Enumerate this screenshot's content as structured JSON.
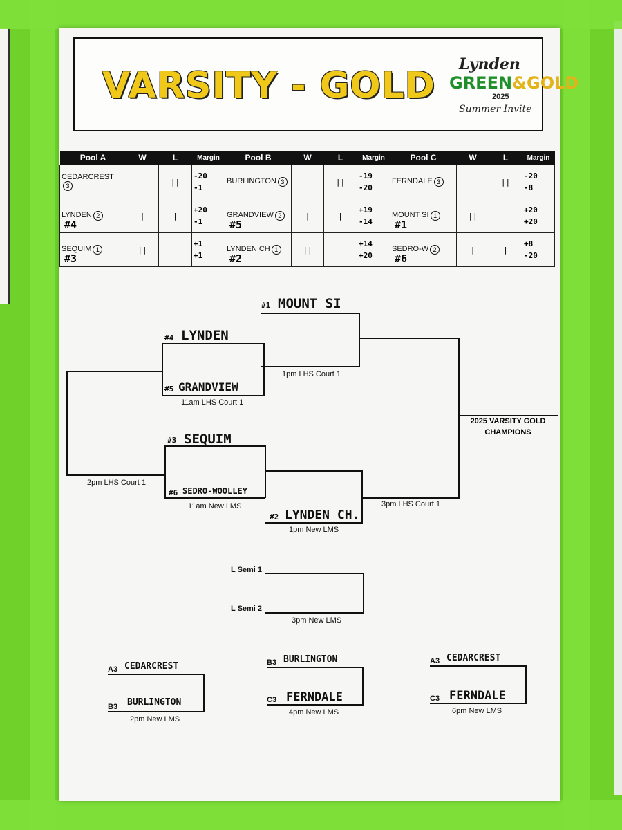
{
  "title": "VARSITY - GOLD",
  "logo": {
    "line1": "Lynden",
    "green": "GREEN",
    "amp": "&",
    "gold": "GOLD",
    "year": "2025",
    "line3": "Summer Invite"
  },
  "pools_header": [
    "Pool A",
    "W",
    "L",
    "Margin",
    "Pool B",
    "W",
    "L",
    "Margin",
    "Pool C",
    "W",
    "L",
    "Margin"
  ],
  "pools": [
    [
      {
        "team": "CEDARCREST",
        "rank": "3",
        "seed": "",
        "w": "",
        "l": "||",
        "m1": "-20",
        "m2": "-1"
      },
      {
        "team": "BURLINGTON",
        "rank": "3",
        "seed": "",
        "w": "",
        "l": "||",
        "m1": "-19",
        "m2": "-20"
      },
      {
        "team": "FERNDALE",
        "rank": "3",
        "seed": "",
        "w": "",
        "l": "||",
        "m1": "-20",
        "m2": "-8"
      }
    ],
    [
      {
        "team": "LYNDEN",
        "rank": "2",
        "seed": "#4",
        "w": "|",
        "l": "|",
        "m1": "+20",
        "m2": "-1"
      },
      {
        "team": "GRANDVIEW",
        "rank": "2",
        "seed": "#5",
        "w": "|",
        "l": "|",
        "m1": "+19",
        "m2": "-14"
      },
      {
        "team": "MOUNT SI",
        "rank": "1",
        "seed": "#1",
        "w": "||",
        "l": "",
        "m1": "+20",
        "m2": "+20"
      }
    ],
    [
      {
        "team": "SEQUIM",
        "rank": "1",
        "seed": "#3",
        "w": "||",
        "l": "",
        "m1": "+1",
        "m2": "+1"
      },
      {
        "team": "LYNDEN CH",
        "rank": "1",
        "seed": "#2",
        "w": "||",
        "l": "",
        "m1": "+14",
        "m2": "+20"
      },
      {
        "team": "SEDRO-W",
        "rank": "2",
        "seed": "#6",
        "w": "|",
        "l": "|",
        "m1": "+8",
        "m2": "-20"
      }
    ]
  ],
  "bracket": {
    "s1_seed": "#1",
    "s1_team": "MOUNT SI",
    "s4_seed": "#4",
    "s4_team": "LYNDEN",
    "s5_seed": "#5",
    "s5_team": "GRANDVIEW",
    "s3_seed": "#3",
    "s3_team": "SEQUIM",
    "s6_seed": "#6",
    "s6_team": "SEDRO-WOOLLEY",
    "s2_seed": "#2",
    "s2_team": "LYNDEN CH.",
    "g_4v5": "11am LHS Court 1",
    "g_1": "1pm LHS Court 1",
    "g_3v6": "11am New LMS",
    "g_2": "1pm New LMS",
    "g_semi": "2pm LHS Court 1",
    "g_final": "3pm LHS Court 1",
    "champ1": "2025 VARSITY GOLD",
    "champ2": "CHAMPIONS"
  },
  "consolation": {
    "l1": "L Semi 1",
    "l2": "L Semi 2",
    "time": "3pm New LMS"
  },
  "placement": [
    {
      "top_seed": "A3",
      "top_team": "CEDARCREST",
      "bot_seed": "B3",
      "bot_team": "BURLINGTON",
      "time": "2pm New LMS"
    },
    {
      "top_seed": "B3",
      "top_team": "BURLINGTON",
      "bot_seed": "C3",
      "bot_team": "FERNDALE",
      "time": "4pm New LMS"
    },
    {
      "top_seed": "A3",
      "top_team": "CEDARCREST",
      "bot_seed": "C3",
      "bot_team": "FERNDALE",
      "time": "6pm New LMS"
    }
  ]
}
